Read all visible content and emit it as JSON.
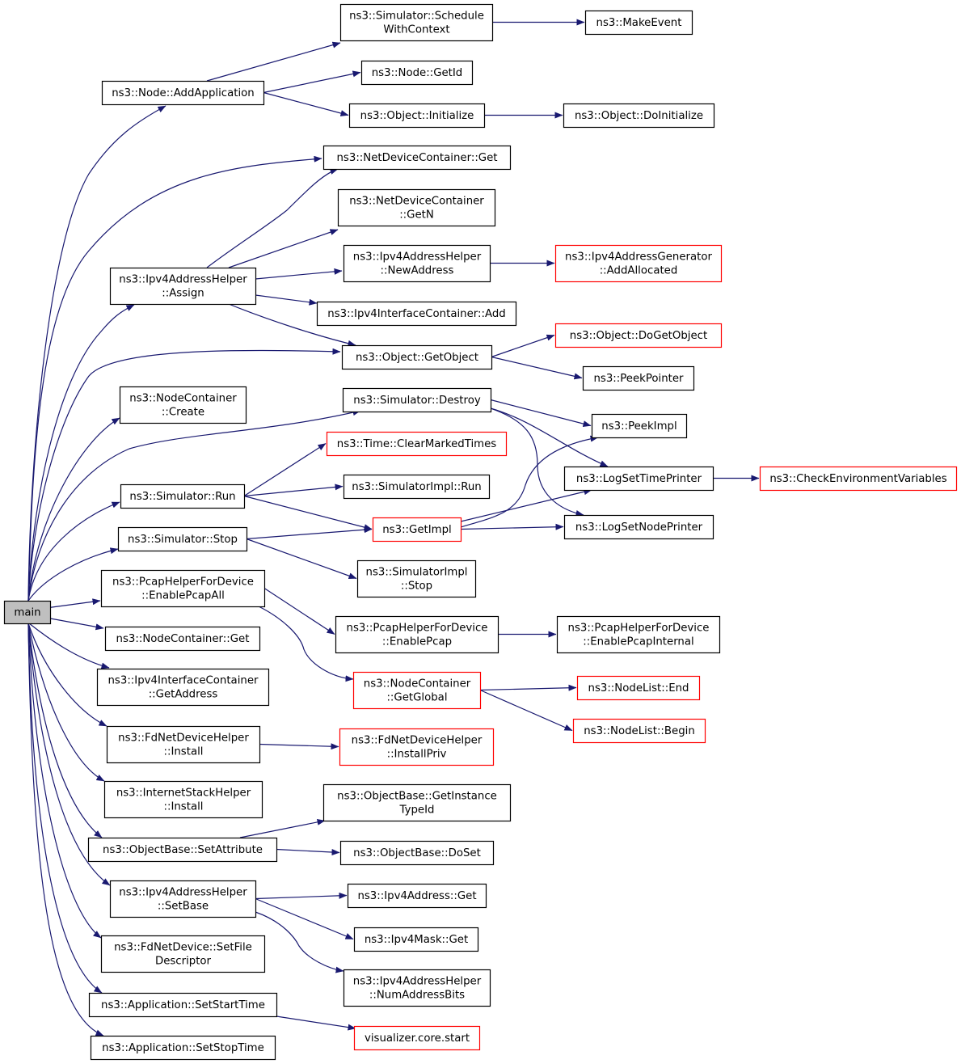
{
  "graph": {
    "title": "",
    "colors": {
      "edge": "#191970",
      "node_border": "#000000",
      "linked_border": "#ff0000",
      "root_fill": "#bfbfbf",
      "node_fill": "#ffffff"
    },
    "nodes": [
      {
        "id": "main",
        "lines": [
          "main"
        ],
        "style": "root"
      },
      {
        "id": "n_addapp",
        "lines": [
          "ns3::Node::AddApplication"
        ],
        "style": "normal"
      },
      {
        "id": "n_schedctx",
        "lines": [
          "ns3::Simulator::Schedule",
          "WithContext"
        ],
        "style": "normal"
      },
      {
        "id": "n_makeevent",
        "lines": [
          "ns3::MakeEvent"
        ],
        "style": "normal"
      },
      {
        "id": "n_getid",
        "lines": [
          "ns3::Node::GetId"
        ],
        "style": "normal"
      },
      {
        "id": "n_objinit",
        "lines": [
          "ns3::Object::Initialize"
        ],
        "style": "normal"
      },
      {
        "id": "n_doinit",
        "lines": [
          "ns3::Object::DoInitialize"
        ],
        "style": "normal"
      },
      {
        "id": "n_ndcget",
        "lines": [
          "ns3::NetDeviceContainer::Get"
        ],
        "style": "normal"
      },
      {
        "id": "n_ndcgetn",
        "lines": [
          "ns3::NetDeviceContainer",
          "::GetN"
        ],
        "style": "normal"
      },
      {
        "id": "n_assign",
        "lines": [
          "ns3::Ipv4AddressHelper",
          "::Assign"
        ],
        "style": "normal"
      },
      {
        "id": "n_newaddr",
        "lines": [
          "ns3::Ipv4AddressHelper",
          "::NewAddress"
        ],
        "style": "normal"
      },
      {
        "id": "n_addalloc",
        "lines": [
          "ns3::Ipv4AddressGenerator",
          "::AddAllocated"
        ],
        "style": "linked"
      },
      {
        "id": "n_iicadd",
        "lines": [
          "ns3::Ipv4InterfaceContainer::Add"
        ],
        "style": "normal"
      },
      {
        "id": "n_getobject",
        "lines": [
          "ns3::Object::GetObject"
        ],
        "style": "normal"
      },
      {
        "id": "n_dogetobject",
        "lines": [
          "ns3::Object::DoGetObject"
        ],
        "style": "linked"
      },
      {
        "id": "n_peekpointer",
        "lines": [
          "ns3::PeekPointer"
        ],
        "style": "normal"
      },
      {
        "id": "n_nccreate",
        "lines": [
          "ns3::NodeContainer",
          "::Create"
        ],
        "style": "normal"
      },
      {
        "id": "n_simdestroy",
        "lines": [
          "ns3::Simulator::Destroy"
        ],
        "style": "normal"
      },
      {
        "id": "n_peekimpl",
        "lines": [
          "ns3::PeekImpl"
        ],
        "style": "normal"
      },
      {
        "id": "n_clearmarked",
        "lines": [
          "ns3::Time::ClearMarkedTimes"
        ],
        "style": "linked"
      },
      {
        "id": "n_logtime",
        "lines": [
          "ns3::LogSetTimePrinter"
        ],
        "style": "normal"
      },
      {
        "id": "n_checkenv",
        "lines": [
          "ns3::CheckEnvironmentVariables"
        ],
        "style": "linked"
      },
      {
        "id": "n_simrun",
        "lines": [
          "ns3::Simulator::Run"
        ],
        "style": "normal"
      },
      {
        "id": "n_simimplrun",
        "lines": [
          "ns3::SimulatorImpl::Run"
        ],
        "style": "normal"
      },
      {
        "id": "n_getimpl",
        "lines": [
          "ns3::GetImpl"
        ],
        "style": "linked"
      },
      {
        "id": "n_lognode",
        "lines": [
          "ns3::LogSetNodePrinter"
        ],
        "style": "normal"
      },
      {
        "id": "n_simstop",
        "lines": [
          "ns3::Simulator::Stop"
        ],
        "style": "normal"
      },
      {
        "id": "n_simimplstop",
        "lines": [
          "ns3::SimulatorImpl",
          "::Stop"
        ],
        "style": "normal"
      },
      {
        "id": "n_pcapall",
        "lines": [
          "ns3::PcapHelperForDevice",
          "::EnablePcapAll"
        ],
        "style": "normal"
      },
      {
        "id": "n_pcap",
        "lines": [
          "ns3::PcapHelperForDevice",
          "::EnablePcap"
        ],
        "style": "normal"
      },
      {
        "id": "n_pcapint",
        "lines": [
          "ns3::PcapHelperForDevice",
          "::EnablePcapInternal"
        ],
        "style": "normal"
      },
      {
        "id": "n_ncget",
        "lines": [
          "ns3::NodeContainer::Get"
        ],
        "style": "normal"
      },
      {
        "id": "n_ncglobal",
        "lines": [
          "ns3::NodeContainer",
          "::GetGlobal"
        ],
        "style": "linked"
      },
      {
        "id": "n_nlend",
        "lines": [
          "ns3::NodeList::End"
        ],
        "style": "linked"
      },
      {
        "id": "n_nlbegin",
        "lines": [
          "ns3::NodeList::Begin"
        ],
        "style": "linked"
      },
      {
        "id": "n_iicgetaddr",
        "lines": [
          "ns3::Ipv4InterfaceContainer",
          "::GetAddress"
        ],
        "style": "normal"
      },
      {
        "id": "n_fdinstall",
        "lines": [
          "ns3::FdNetDeviceHelper",
          "::Install"
        ],
        "style": "normal"
      },
      {
        "id": "n_fdinstallpriv",
        "lines": [
          "ns3::FdNetDeviceHelper",
          "::InstallPriv"
        ],
        "style": "linked"
      },
      {
        "id": "n_ishinstall",
        "lines": [
          "ns3::InternetStackHelper",
          "::Install"
        ],
        "style": "normal"
      },
      {
        "id": "n_getinsttypeid",
        "lines": [
          "ns3::ObjectBase::GetInstance",
          "TypeId"
        ],
        "style": "normal"
      },
      {
        "id": "n_setattr",
        "lines": [
          "ns3::ObjectBase::SetAttribute"
        ],
        "style": "normal"
      },
      {
        "id": "n_doset",
        "lines": [
          "ns3::ObjectBase::DoSet"
        ],
        "style": "normal"
      },
      {
        "id": "n_setbase",
        "lines": [
          "ns3::Ipv4AddressHelper",
          "::SetBase"
        ],
        "style": "normal"
      },
      {
        "id": "n_ipv4get",
        "lines": [
          "ns3::Ipv4Address::Get"
        ],
        "style": "normal"
      },
      {
        "id": "n_maskget",
        "lines": [
          "ns3::Ipv4Mask::Get"
        ],
        "style": "normal"
      },
      {
        "id": "n_numaddrbits",
        "lines": [
          "ns3::Ipv4AddressHelper",
          "::NumAddressBits"
        ],
        "style": "normal"
      },
      {
        "id": "n_fdsetfd",
        "lines": [
          "ns3::FdNetDevice::SetFile",
          "Descriptor"
        ],
        "style": "normal"
      },
      {
        "id": "n_setstart",
        "lines": [
          "ns3::Application::SetStartTime"
        ],
        "style": "normal"
      },
      {
        "id": "n_vizstart",
        "lines": [
          "visualizer.core.start"
        ],
        "style": "linked"
      },
      {
        "id": "n_setstop",
        "lines": [
          "ns3::Application::SetStopTime"
        ],
        "style": "normal"
      }
    ],
    "edges": [
      {
        "from": "main",
        "to": "n_addapp"
      },
      {
        "from": "main",
        "to": "n_ndcget"
      },
      {
        "from": "main",
        "to": "n_assign"
      },
      {
        "from": "main",
        "to": "n_getobject"
      },
      {
        "from": "main",
        "to": "n_nccreate"
      },
      {
        "from": "main",
        "to": "n_simdestroy"
      },
      {
        "from": "main",
        "to": "n_simrun"
      },
      {
        "from": "main",
        "to": "n_simstop"
      },
      {
        "from": "main",
        "to": "n_pcapall"
      },
      {
        "from": "main",
        "to": "n_ncget"
      },
      {
        "from": "main",
        "to": "n_iicgetaddr"
      },
      {
        "from": "main",
        "to": "n_fdinstall"
      },
      {
        "from": "main",
        "to": "n_ishinstall"
      },
      {
        "from": "main",
        "to": "n_setattr"
      },
      {
        "from": "main",
        "to": "n_setbase"
      },
      {
        "from": "main",
        "to": "n_fdsetfd"
      },
      {
        "from": "main",
        "to": "n_setstart"
      },
      {
        "from": "main",
        "to": "n_setstop"
      },
      {
        "from": "n_addapp",
        "to": "n_schedctx"
      },
      {
        "from": "n_addapp",
        "to": "n_getid"
      },
      {
        "from": "n_addapp",
        "to": "n_objinit"
      },
      {
        "from": "n_schedctx",
        "to": "n_makeevent"
      },
      {
        "from": "n_objinit",
        "to": "n_doinit"
      },
      {
        "from": "n_assign",
        "to": "n_ndcget"
      },
      {
        "from": "n_assign",
        "to": "n_ndcgetn"
      },
      {
        "from": "n_assign",
        "to": "n_newaddr"
      },
      {
        "from": "n_assign",
        "to": "n_iicadd"
      },
      {
        "from": "n_assign",
        "to": "n_getobject"
      },
      {
        "from": "n_newaddr",
        "to": "n_addalloc"
      },
      {
        "from": "n_getobject",
        "to": "n_dogetobject"
      },
      {
        "from": "n_getobject",
        "to": "n_peekpointer"
      },
      {
        "from": "n_simdestroy",
        "to": "n_peekimpl"
      },
      {
        "from": "n_simdestroy",
        "to": "n_logtime"
      },
      {
        "from": "n_simdestroy",
        "to": "n_lognode"
      },
      {
        "from": "n_logtime",
        "to": "n_checkenv"
      },
      {
        "from": "n_simrun",
        "to": "n_clearmarked"
      },
      {
        "from": "n_simrun",
        "to": "n_simimplrun"
      },
      {
        "from": "n_simrun",
        "to": "n_getimpl"
      },
      {
        "from": "n_getimpl",
        "to": "n_peekimpl"
      },
      {
        "from": "n_getimpl",
        "to": "n_logtime"
      },
      {
        "from": "n_getimpl",
        "to": "n_lognode"
      },
      {
        "from": "n_simstop",
        "to": "n_getimpl"
      },
      {
        "from": "n_simstop",
        "to": "n_simimplstop"
      },
      {
        "from": "n_pcapall",
        "to": "n_pcap"
      },
      {
        "from": "n_pcapall",
        "to": "n_ncglobal"
      },
      {
        "from": "n_pcap",
        "to": "n_pcapint"
      },
      {
        "from": "n_ncglobal",
        "to": "n_nlend"
      },
      {
        "from": "n_ncglobal",
        "to": "n_nlbegin"
      },
      {
        "from": "n_fdinstall",
        "to": "n_fdinstallpriv"
      },
      {
        "from": "n_setattr",
        "to": "n_getinsttypeid"
      },
      {
        "from": "n_setattr",
        "to": "n_doset"
      },
      {
        "from": "n_setbase",
        "to": "n_ipv4get"
      },
      {
        "from": "n_setbase",
        "to": "n_maskget"
      },
      {
        "from": "n_setbase",
        "to": "n_numaddrbits"
      },
      {
        "from": "n_setstart",
        "to": "n_vizstart"
      }
    ]
  }
}
